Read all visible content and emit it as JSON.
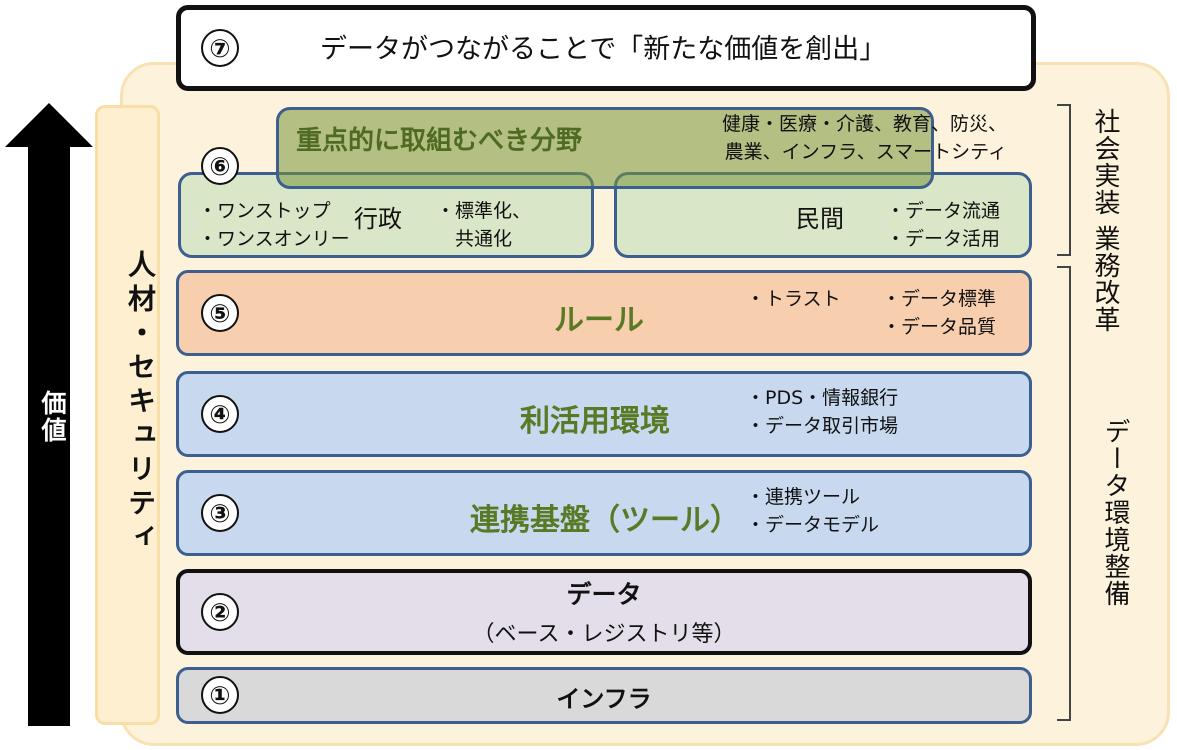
{
  "arrow": {
    "label": "価値"
  },
  "side_bar": {
    "label": "人材・セキュリティ"
  },
  "right_labels": {
    "top": [
      "社会実装",
      "業務改革"
    ],
    "bottom": "データ環境整備"
  },
  "layer7": {
    "number": "⑦",
    "text": "データがつながることで「新たな価値を創出」"
  },
  "layer6": {
    "number": "⑥",
    "focus": {
      "title": "重点的に取組むべき分野",
      "lines": [
        "健康・医療・介護、教育、防災、",
        "農業、インフラ、スマートシティ"
      ]
    },
    "gov": {
      "title": "行政",
      "left_items": [
        "・ワンストップ",
        "・ワンスオンリー"
      ],
      "right_items": [
        "・標準化、",
        "共通化"
      ]
    },
    "private": {
      "title": "民間",
      "items": [
        "・データ流通",
        "・データ活用"
      ]
    }
  },
  "layer5": {
    "number": "⑤",
    "title": "ルール",
    "left_items": [
      "・トラスト"
    ],
    "right_items": [
      "・データ標準",
      "・データ品質"
    ]
  },
  "layer4": {
    "number": "④",
    "title": "利活用環境",
    "items": [
      "・PDS・情報銀行",
      "・データ取引市場"
    ]
  },
  "layer3": {
    "number": "③",
    "title": "連携基盤（ツール）",
    "items": [
      "・連携ツール",
      "・データモデル"
    ]
  },
  "layer2": {
    "number": "②",
    "title": "データ",
    "subtitle": "（ベース・レジストリ等）"
  },
  "layer1": {
    "number": "①",
    "title": "インフラ"
  }
}
